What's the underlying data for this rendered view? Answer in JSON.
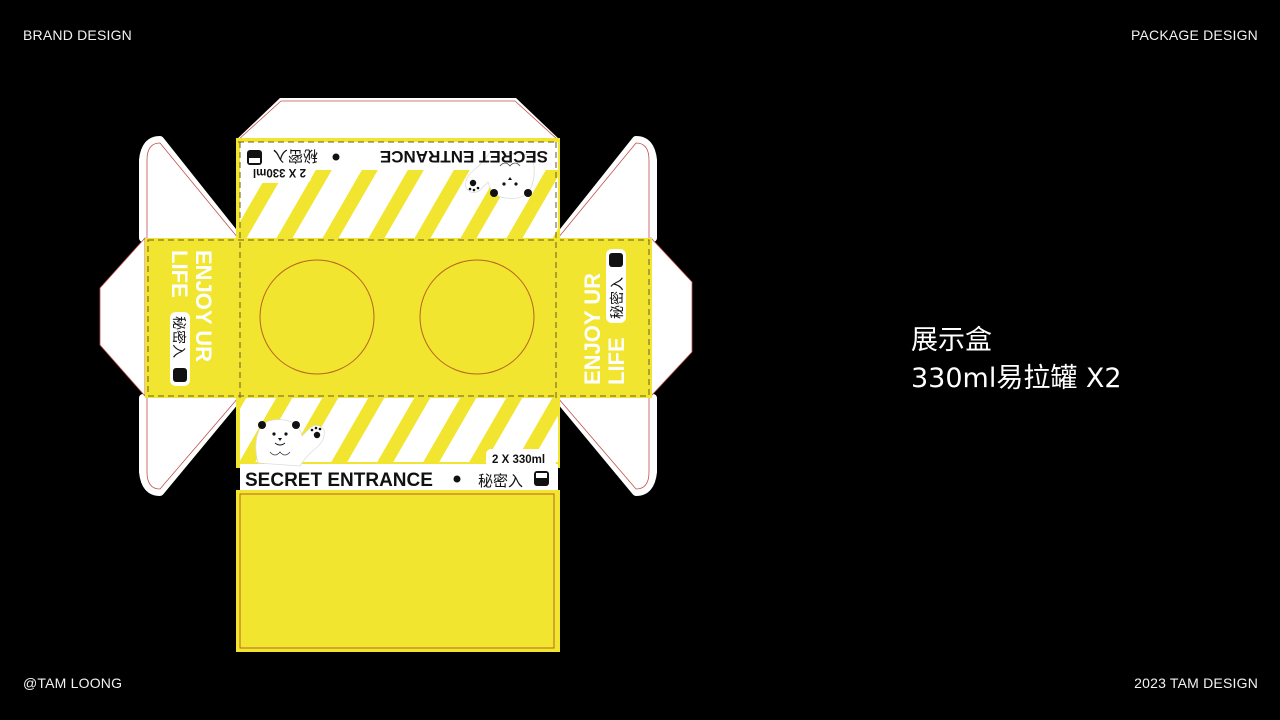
{
  "header": {
    "left_label": "BRAND DESIGN",
    "right_label": "PACKAGE DESIGN"
  },
  "footer": {
    "left_label": "@TAM LOONG",
    "right_label": "2023 TAM DESIGN"
  },
  "caption": {
    "line1": "展示盒",
    "line2": "330ml易拉罐 X2"
  },
  "package": {
    "brand_en": "SECRET ENTRANCE",
    "brand_cn": "秘密入",
    "volume": "2 X 330ml",
    "side_slogan_line1": "ENJOY UR",
    "side_slogan_line2": "LIFE",
    "colors": {
      "yellow": "#F2E530",
      "white": "#FFFFFF",
      "cut_line": "#C0504D",
      "fold_line": "#6B5A2A",
      "background": "#000000"
    },
    "icons": [
      "bear-mascot-icon",
      "paw-icon",
      "cup-logo-icon",
      "bullet-dot-icon",
      "can-cutout-circle"
    ]
  }
}
